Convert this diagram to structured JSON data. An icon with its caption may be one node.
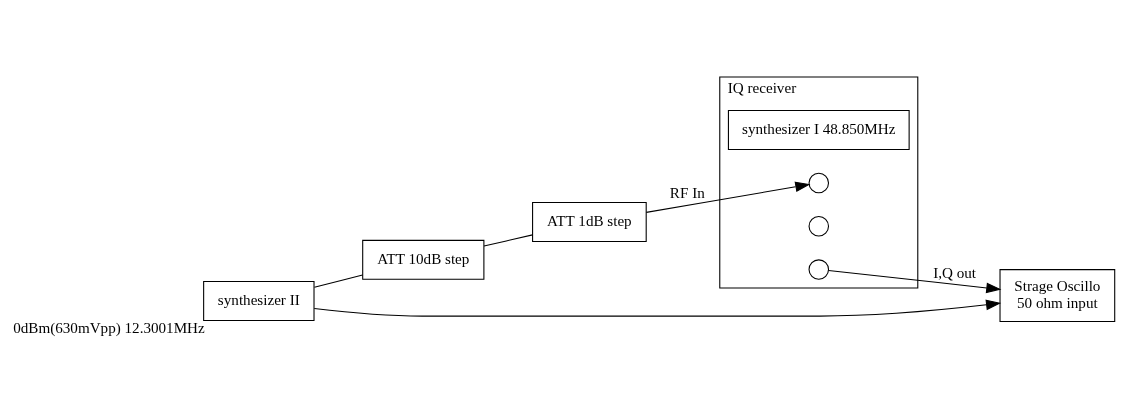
{
  "diagram": {
    "nodes": [
      {
        "text": [
          "synthesizer II"
        ],
        "beside": [
          "0dBm(630mVpp) 12.3001MHz"
        ]
      },
      {
        "text": [
          "ATT 10dB step"
        ]
      },
      {
        "text": [
          "ATT 1dB step"
        ]
      },
      {
        "text": [
          "IQ receiver"
        ]
      },
      {
        "text": [
          "synthesizer I 48.850MHz"
        ],
        "in": 3
      },
      {
        "text": [],
        "shape": "circle",
        "in": 3
      },
      {
        "text": [],
        "shape": "circle",
        "in": 3
      },
      {
        "text": [],
        "shape": "circle",
        "in": 3
      },
      {
        "text": [
          "Strage Oscillo",
          "50 ohm input"
        ]
      }
    ],
    "edges": [
      {
        "from": 0,
        "to": 1,
        "arrow": "none"
      },
      {
        "from": 1,
        "to": 2,
        "arrow": "none"
      },
      {
        "from": 2,
        "to": 5,
        "arrow": "to",
        "label": "RF In"
      },
      {
        "from": 0,
        "to": 8,
        "arrow": "to"
      },
      {
        "from": 7,
        "to": 8,
        "arrow": "to",
        "label": "I,Q out"
      }
    ]
  }
}
